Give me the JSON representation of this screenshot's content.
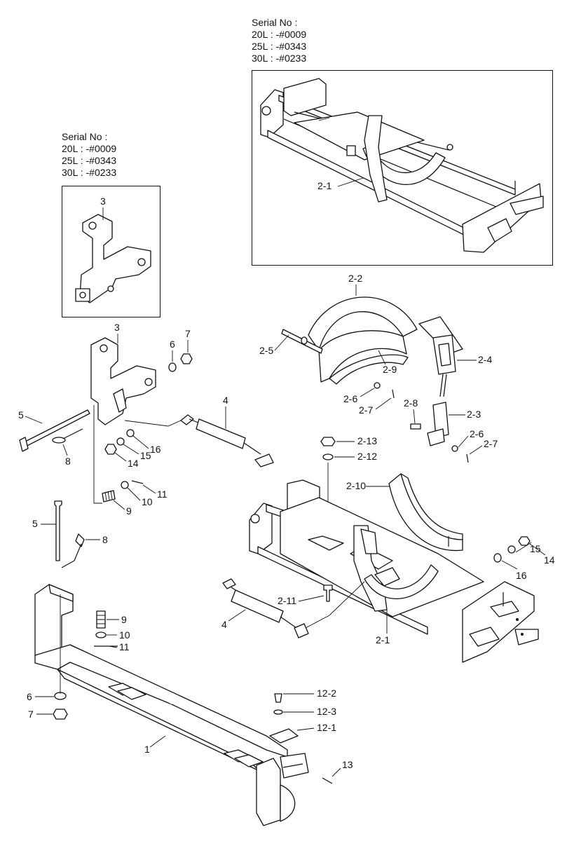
{
  "serial_notes": {
    "top": {
      "title": "Serial No :",
      "lines": [
        "20L : -#0009",
        "25L : -#0343",
        "30L : -#0233"
      ]
    },
    "left": {
      "title": "Serial No :",
      "lines": [
        "20L : -#0009",
        "25L : -#0343",
        "30L : -#0233"
      ]
    }
  },
  "callouts": [
    {
      "id": "box-top-2-1",
      "text": "2-1"
    },
    {
      "id": "box-left-3",
      "text": "3"
    },
    {
      "id": "bracket-3",
      "text": "3"
    },
    {
      "id": "washer-6-top",
      "text": "6"
    },
    {
      "id": "nut-7-top",
      "text": "7"
    },
    {
      "id": "gas-spring-4-top",
      "text": "4"
    },
    {
      "id": "bolt-5-top",
      "text": "5"
    },
    {
      "id": "pin-8-top",
      "text": "8"
    },
    {
      "id": "washer-16-left",
      "text": "16"
    },
    {
      "id": "washer-15-left",
      "text": "15"
    },
    {
      "id": "nut-14-left",
      "text": "14"
    },
    {
      "id": "pin-11-top",
      "text": "11"
    },
    {
      "id": "washer-10-top",
      "text": "10"
    },
    {
      "id": "spring-9-top",
      "text": "9"
    },
    {
      "id": "bolt-5-mid",
      "text": "5"
    },
    {
      "id": "pin-8-mid",
      "text": "8"
    },
    {
      "id": "spring-9-bottom",
      "text": "9"
    },
    {
      "id": "washer-10-bottom",
      "text": "10"
    },
    {
      "id": "pin-11-bottom",
      "text": "11"
    },
    {
      "id": "washer-6-bottom",
      "text": "6"
    },
    {
      "id": "nut-7-bottom",
      "text": "7"
    },
    {
      "id": "frame-1",
      "text": "1"
    },
    {
      "id": "bolt-12-2",
      "text": "12-2"
    },
    {
      "id": "washer-12-3",
      "text": "12-3"
    },
    {
      "id": "clip-12-1",
      "text": "12-1"
    },
    {
      "id": "pin-13",
      "text": "13"
    },
    {
      "id": "cover-2-2",
      "text": "2-2"
    },
    {
      "id": "pin-2-5",
      "text": "2-5"
    },
    {
      "id": "liner-2-9",
      "text": "2-9"
    },
    {
      "id": "washer-2-6-left",
      "text": "2-6"
    },
    {
      "id": "pin-2-7-left",
      "text": "2-7"
    },
    {
      "id": "handle-2-4",
      "text": "2-4"
    },
    {
      "id": "bolt-2-8",
      "text": "2-8"
    },
    {
      "id": "latch-2-3",
      "text": "2-3"
    },
    {
      "id": "washer-2-6-right",
      "text": "2-6"
    },
    {
      "id": "pin-2-7-right",
      "text": "2-7"
    },
    {
      "id": "nut-2-13",
      "text": "2-13"
    },
    {
      "id": "washer-2-12",
      "text": "2-12"
    },
    {
      "id": "liner-2-10",
      "text": "2-10"
    },
    {
      "id": "nut-14-right",
      "text": "14"
    },
    {
      "id": "washer-15-right",
      "text": "15"
    },
    {
      "id": "washer-16-right",
      "text": "16"
    },
    {
      "id": "bolt-2-11",
      "text": "2-11"
    },
    {
      "id": "gas-spring-4-bottom",
      "text": "4"
    },
    {
      "id": "frame-2-1",
      "text": "2-1"
    }
  ]
}
